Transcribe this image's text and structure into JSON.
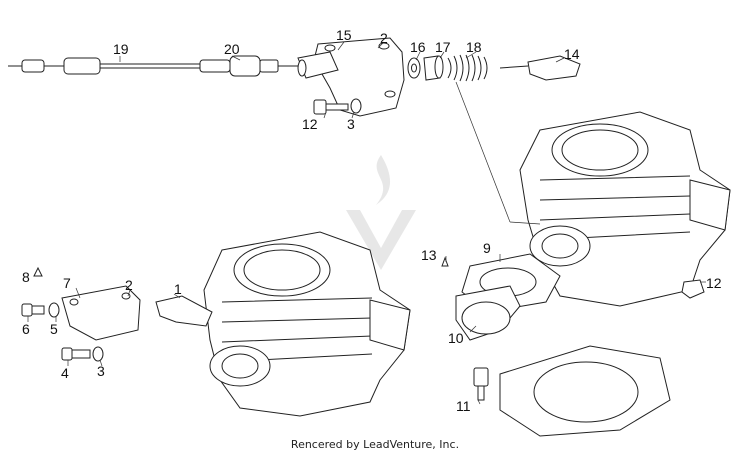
{
  "callouts": [
    {
      "id": "19",
      "text": "19"
    },
    {
      "id": "20",
      "text": "20"
    },
    {
      "id": "15",
      "text": "15"
    },
    {
      "id": "2a",
      "text": "2"
    },
    {
      "id": "16",
      "text": "16"
    },
    {
      "id": "17",
      "text": "17"
    },
    {
      "id": "18",
      "text": "18"
    },
    {
      "id": "14",
      "text": "14"
    },
    {
      "id": "12a",
      "text": "12"
    },
    {
      "id": "3a",
      "text": "3"
    },
    {
      "id": "13",
      "text": "13"
    },
    {
      "id": "9",
      "text": "9"
    },
    {
      "id": "12b",
      "text": "12"
    },
    {
      "id": "8",
      "text": "8"
    },
    {
      "id": "7",
      "text": "7"
    },
    {
      "id": "2b",
      "text": "2"
    },
    {
      "id": "1",
      "text": "1"
    },
    {
      "id": "6",
      "text": "6"
    },
    {
      "id": "5",
      "text": "5"
    },
    {
      "id": "4",
      "text": "4"
    },
    {
      "id": "3b",
      "text": "3"
    },
    {
      "id": "10",
      "text": "10"
    },
    {
      "id": "11",
      "text": "11"
    }
  ],
  "credit": "Rencered by LeadVenture, Inc."
}
